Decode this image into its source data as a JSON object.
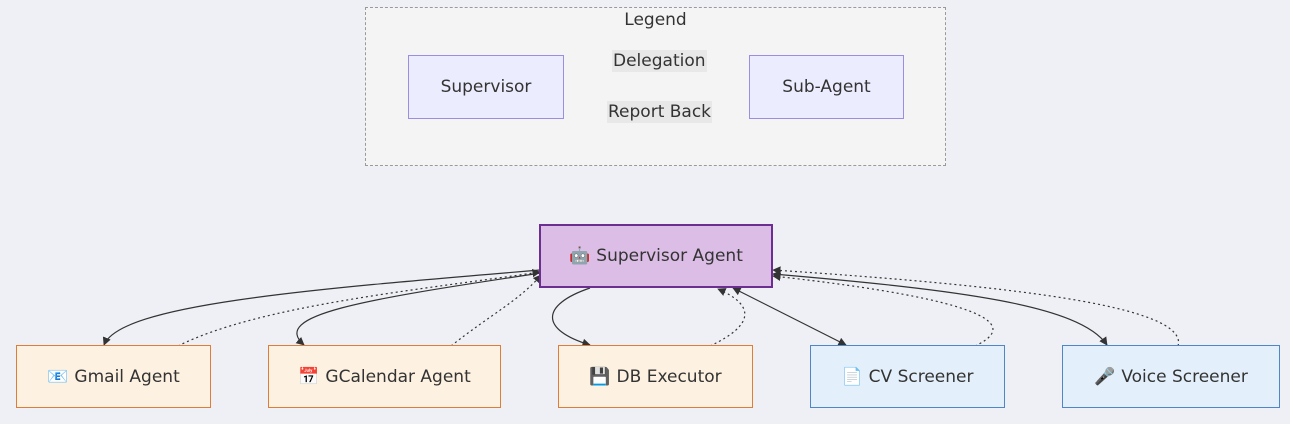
{
  "legend": {
    "title": "Legend",
    "supervisor_label": "Supervisor",
    "subagent_label": "Sub-Agent",
    "delegation_label": "Delegation",
    "report_label": "Report Back"
  },
  "nodes": {
    "supervisor": {
      "label": "Supervisor Agent",
      "icon": "🤖"
    },
    "gmail": {
      "label": "Gmail Agent",
      "icon": "📧"
    },
    "gcalendar": {
      "label": "GCalendar Agent",
      "icon": "📅"
    },
    "db": {
      "label": "DB Executor",
      "icon": "💾"
    },
    "cv": {
      "label": "CV Screener",
      "icon": "📄"
    },
    "voice": {
      "label": "Voice Screener",
      "icon": "🎤"
    }
  },
  "colors": {
    "background": "#eff0f5",
    "legend_node_fill": "#ececff",
    "legend_node_border": "#9b8ee0",
    "supervisor_fill": "#dbbde6",
    "supervisor_border": "#6c2e91",
    "orange_fill": "#fdf1e1",
    "orange_border": "#de7d3a",
    "blue_fill": "#e3f0fb",
    "blue_border": "#4f86c8",
    "edge": "#333333"
  }
}
